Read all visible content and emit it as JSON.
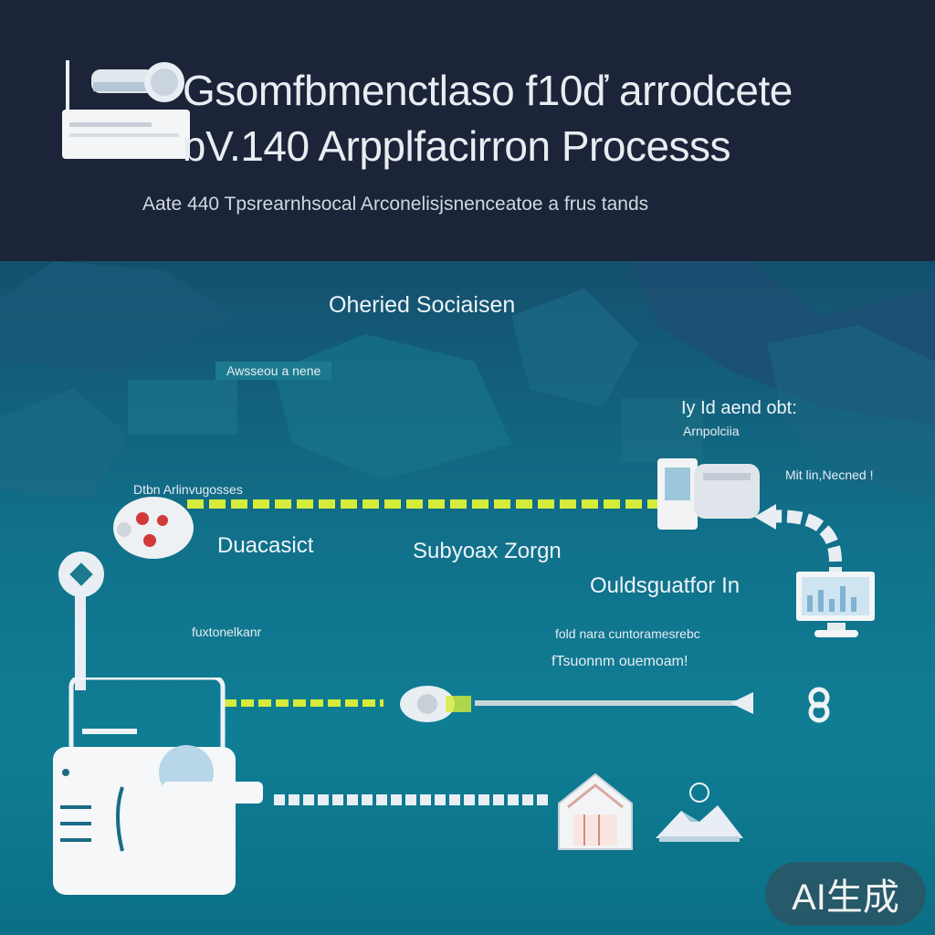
{
  "header": {
    "title_line1": "Gsomfbmenctlaso f10ď arrodcete",
    "title_line2": "ɒV.140 Arpplfacirron Processs",
    "subtitle": "Aate 440 Tpsrearnhsocal Arconelisjsnenceatoe a frus tands"
  },
  "diagram": {
    "section_title": "Oheried Sociaisen",
    "labels": {
      "top_left_note": "Awsseou a nene",
      "right_heading": "Iy Id aend obt:",
      "right_sub": "Arnpolciia",
      "right_note": "Mit lin,Necned !",
      "left_small": "Dtbn Arlinvugosses",
      "left_big": "Duacasict",
      "center_big": "Subyoax Zorgn",
      "right_big": "Ouldsguatfor In",
      "lower_left_note": "fuxtonelkanr",
      "lower_right_note_1": "fold nara cuntoramesrebc",
      "lower_right_note_2": "fTsuonnm ouemoam!"
    }
  },
  "colors": {
    "header_bg": "#1b2438",
    "accent_yellow": "#d6ec3a",
    "teal": "#0f7e95"
  },
  "icons": [
    "printer-icon",
    "robot-face-icon",
    "tag-icon",
    "device-icon",
    "monitor-icon",
    "pen-tool-icon",
    "document-icon",
    "house-icon",
    "mountain-icon"
  ],
  "badge": {
    "label": "AI生成"
  }
}
